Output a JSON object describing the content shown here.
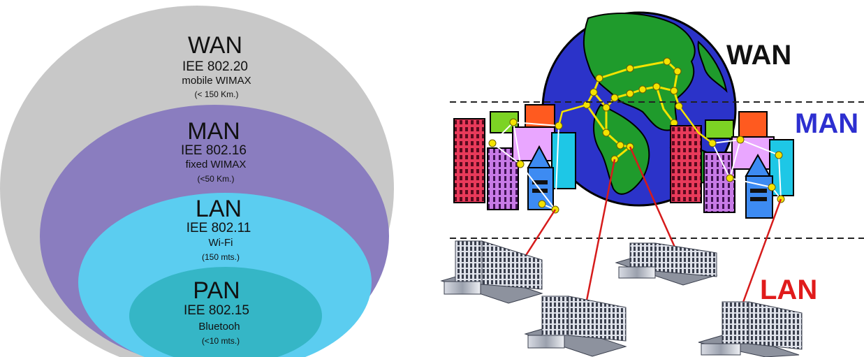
{
  "layers": [
    {
      "id": "wan",
      "name": "WAN",
      "standard": "IEE 802.20",
      "tech": "mobile WIMAX",
      "range": "(< 150 Km.)",
      "color": "#c8c8c8"
    },
    {
      "id": "man",
      "name": "MAN",
      "standard": "IEE 802.16",
      "tech": "fixed WIMAX",
      "range": "(<50 Km.)",
      "color": "#8a7dbf"
    },
    {
      "id": "lan",
      "name": "LAN",
      "standard": "IEE 802.11",
      "tech": "Wi-Fi",
      "range": "(150 mts.)",
      "color": "#5bcdf0"
    },
    {
      "id": "pan",
      "name": "PAN",
      "standard": "IEE 802.15",
      "tech": "Bluetooh",
      "range": "(<10 mts.)",
      "color": "#35b6c6"
    }
  ],
  "network_tiers": [
    {
      "name": "WAN",
      "color": "#111111"
    },
    {
      "name": "MAN",
      "color": "#2d2fd0"
    },
    {
      "name": "LAN",
      "color": "#e01b1b"
    }
  ]
}
